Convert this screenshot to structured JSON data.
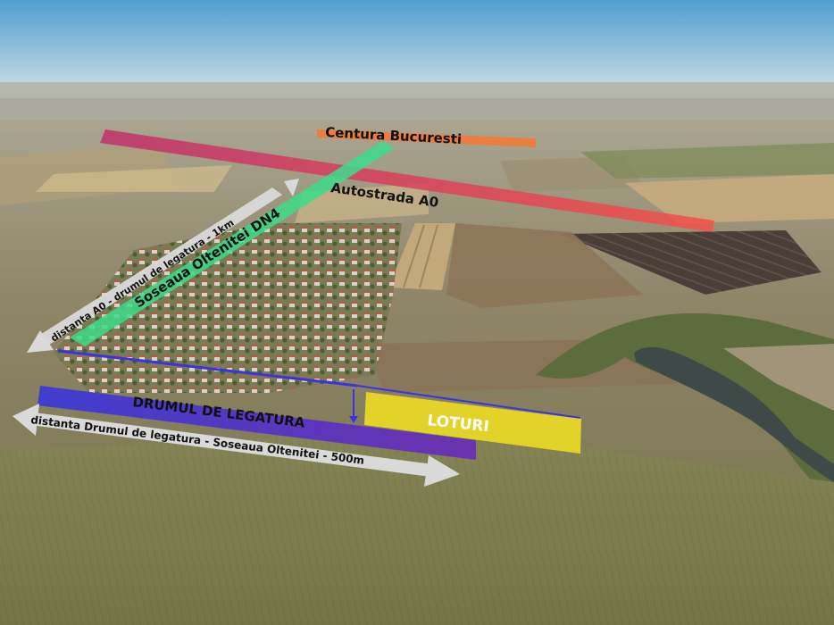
{
  "labels": {
    "centura": "Centura Bucuresti",
    "autostrada": "Autostrada A0",
    "soseaua": "Soseaua Oltenitei DN4",
    "distanta_a0": "distanta  A0 - drumul de legatura - 1km",
    "drumul": "DRUMUL DE LEGATURA",
    "loturi": "LOTURI",
    "distanta_drum": "distanta Drumul de legatura - Soseaua Oltenitei - 500m"
  },
  "colors": {
    "sky_top": "#4f9fd0",
    "sky_bottom": "#c9dae3",
    "centura": "#f07a3a",
    "autostrada": "#d0306a",
    "autostrada_end": "#f05050",
    "soseaua": "#3ddc8a",
    "drumul": "#3a2fd0",
    "drumul_end": "#6a2fb8",
    "loturi": "#f2e020",
    "arrow": "#d9d9d9",
    "text_dark": "#111111",
    "text_white": "#ffffff"
  },
  "scene": {
    "icons": [
      "arrow-left-icon",
      "arrow-right-icon"
    ]
  }
}
